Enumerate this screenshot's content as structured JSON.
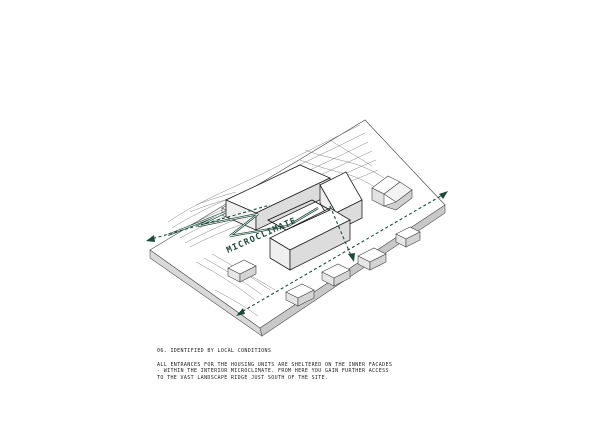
{
  "diagram": {
    "label": "MICROCLIMATE",
    "accent_color": "#1f4a3a"
  },
  "caption": {
    "title": "06. IDENTIFIED BY LOCAL CONDITIONS",
    "lines": [
      "ALL ENTRANCES FOR THE HOUSING UNITS ARE SHELTERED ON THE INNER FACADES",
      "- WITHIN THE INTERIOR MICROCLIMATE. FROM HERE YOU GAIN FURTHER ACCESS",
      "TO THE VAST LANDSCAPE RIDGE JUST SOUTH OF THE SITE."
    ]
  }
}
